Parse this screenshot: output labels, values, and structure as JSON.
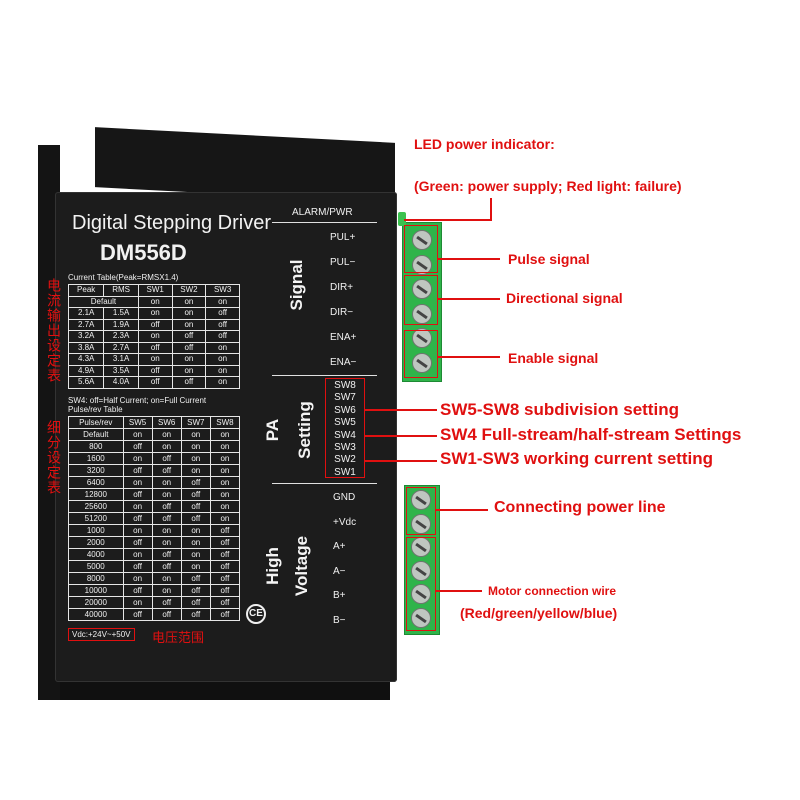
{
  "device": {
    "title": "Digital Stepping Driver",
    "model": "DM556D",
    "alarm_label": "ALARM/PWR",
    "current_table_title": "Current Table(Peak=RMSX1.4)",
    "current_table": {
      "headers": [
        "Peak",
        "RMS",
        "SW1",
        "SW2",
        "SW3"
      ],
      "default_label": "Default",
      "rows": [
        [
          "2.1A",
          "1.5A",
          "on",
          "on",
          "off"
        ],
        [
          "2.7A",
          "1.9A",
          "off",
          "on",
          "off"
        ],
        [
          "3.2A",
          "2.3A",
          "on",
          "off",
          "off"
        ],
        [
          "3.8A",
          "2.7A",
          "off",
          "off",
          "on"
        ],
        [
          "4.3A",
          "3.1A",
          "on",
          "on",
          "on"
        ],
        [
          "4.9A",
          "3.5A",
          "off",
          "on",
          "on"
        ],
        [
          "5.6A",
          "4.0A",
          "off",
          "off",
          "on"
        ]
      ]
    },
    "sw4_note": "SW4: off=Half Current; on=Full Current",
    "pulse_table_title": "Pulse/rev Table",
    "pulse_table": {
      "headers": [
        "Pulse/rev",
        "SW5",
        "SW6",
        "SW7",
        "SW8"
      ],
      "rows": [
        [
          "Default",
          "on",
          "on",
          "on",
          "on"
        ],
        [
          "800",
          "off",
          "on",
          "on",
          "on"
        ],
        [
          "1600",
          "on",
          "off",
          "on",
          "on"
        ],
        [
          "3200",
          "off",
          "off",
          "on",
          "on"
        ],
        [
          "6400",
          "on",
          "on",
          "off",
          "on"
        ],
        [
          "12800",
          "off",
          "on",
          "off",
          "on"
        ],
        [
          "25600",
          "on",
          "off",
          "off",
          "on"
        ],
        [
          "51200",
          "off",
          "off",
          "off",
          "on"
        ],
        [
          "1000",
          "on",
          "on",
          "on",
          "off"
        ],
        [
          "2000",
          "off",
          "on",
          "on",
          "off"
        ],
        [
          "4000",
          "on",
          "off",
          "on",
          "off"
        ],
        [
          "5000",
          "off",
          "off",
          "on",
          "off"
        ],
        [
          "8000",
          "on",
          "on",
          "off",
          "off"
        ],
        [
          "10000",
          "off",
          "on",
          "off",
          "off"
        ],
        [
          "20000",
          "on",
          "off",
          "off",
          "off"
        ],
        [
          "40000",
          "off",
          "off",
          "off",
          "off"
        ]
      ]
    },
    "vdc_label": "Vdc:+24V~+50V",
    "ce_mark": "CE",
    "sections": {
      "signal": "Signal",
      "pa": "PA",
      "setting": "Setting",
      "high": "High",
      "voltage": "Voltage"
    },
    "signal_terminals": [
      "PUL+",
      "PUL−",
      "DIR+",
      "DIR−",
      "ENA+",
      "ENA−"
    ],
    "switches": [
      "SW8",
      "SW7",
      "SW6",
      "SW5",
      "SW4",
      "SW3",
      "SW2",
      "SW1"
    ],
    "power_terminals": [
      "GND",
      "+Vdc",
      "A+",
      "A−",
      "B+",
      "B−"
    ]
  },
  "chinese_labels": {
    "current_table": "电流输出设定表",
    "subdivision_table": "细分设定表",
    "voltage_range": "电压范围"
  },
  "annotations": {
    "led_title": "LED power indicator:",
    "led_detail": "(Green: power supply; Red light: failure)",
    "pulse": "Pulse signal",
    "direction": "Directional signal",
    "enable": "Enable signal",
    "sw5_sw8": "SW5-SW8 subdivision setting",
    "sw4": "SW4 Full-stream/half-stream Settings",
    "sw1_sw3": "SW1-SW3 working current setting",
    "power_line": "Connecting power line",
    "motor_wire": "Motor connection wire",
    "motor_colors": "(Red/green/yellow/blue)"
  },
  "colors": {
    "annotation_red": "#e01010",
    "connector_green": "#2fb44a",
    "device_black": "#1c1c1c"
  }
}
